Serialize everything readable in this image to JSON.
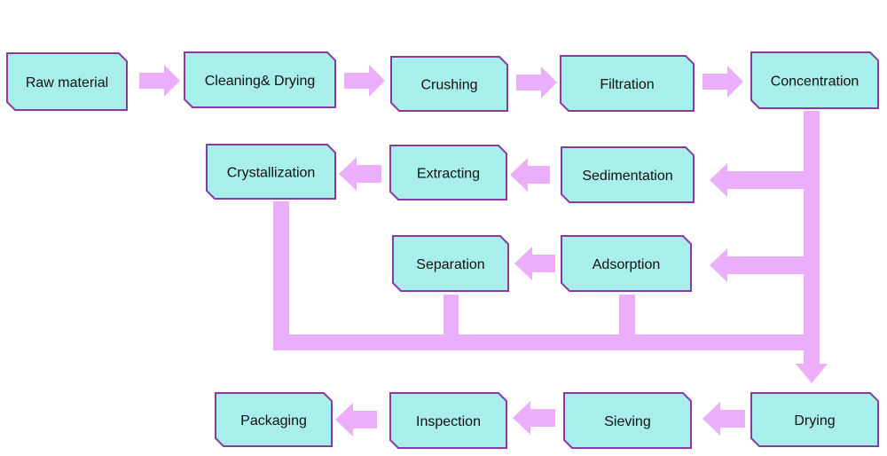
{
  "diagram": {
    "type": "process-flowchart",
    "colors": {
      "box_fill": "#a8eeeb",
      "box_stroke": "#8a3a9e",
      "arrow_fill": "#ebaefa",
      "text": "#111111"
    },
    "nodes": [
      {
        "id": "raw-material",
        "label": "Raw material"
      },
      {
        "id": "cleaning-drying",
        "label": "Cleaning& Drying"
      },
      {
        "id": "crushing",
        "label": "Crushing"
      },
      {
        "id": "filtration",
        "label": "Filtration"
      },
      {
        "id": "concentration",
        "label": "Concentration"
      },
      {
        "id": "sedimentation",
        "label": "Sedimentation"
      },
      {
        "id": "extracting",
        "label": "Extracting"
      },
      {
        "id": "crystallization",
        "label": "Crystallization"
      },
      {
        "id": "adsorption",
        "label": "Adsorption"
      },
      {
        "id": "separation",
        "label": "Separation"
      },
      {
        "id": "drying",
        "label": "Drying"
      },
      {
        "id": "sieving",
        "label": "Sieving"
      },
      {
        "id": "inspection",
        "label": "Inspection"
      },
      {
        "id": "packaging",
        "label": "Packaging"
      }
    ],
    "edges": [
      {
        "from": "raw-material",
        "to": "cleaning-drying"
      },
      {
        "from": "cleaning-drying",
        "to": "crushing"
      },
      {
        "from": "crushing",
        "to": "filtration"
      },
      {
        "from": "filtration",
        "to": "concentration"
      },
      {
        "from": "concentration",
        "to": "sedimentation"
      },
      {
        "from": "sedimentation",
        "to": "extracting"
      },
      {
        "from": "extracting",
        "to": "crystallization"
      },
      {
        "from": "concentration",
        "to": "adsorption"
      },
      {
        "from": "adsorption",
        "to": "separation"
      },
      {
        "from": "crystallization",
        "to": "drying"
      },
      {
        "from": "separation",
        "to": "drying"
      },
      {
        "from": "adsorption",
        "to": "drying"
      },
      {
        "from": "concentration",
        "to": "drying"
      },
      {
        "from": "drying",
        "to": "sieving"
      },
      {
        "from": "sieving",
        "to": "inspection"
      },
      {
        "from": "inspection",
        "to": "packaging"
      }
    ]
  }
}
